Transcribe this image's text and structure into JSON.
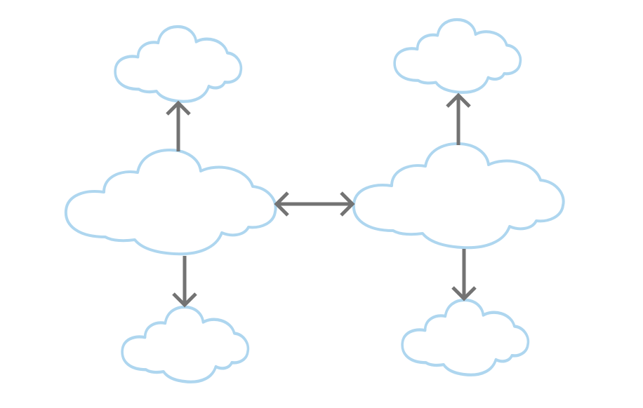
{
  "colors": {
    "cloud_stroke": "#aed6ef",
    "cloud_fill": "#ffffff",
    "arrow": "#737373",
    "background": "#ffffff"
  },
  "diagram": {
    "type": "cloud-network",
    "nodes": [
      {
        "id": "left-hub",
        "kind": "large-cloud",
        "label": ""
      },
      {
        "id": "left-top",
        "kind": "small-cloud",
        "label": ""
      },
      {
        "id": "left-bottom",
        "kind": "small-cloud",
        "label": ""
      },
      {
        "id": "right-hub",
        "kind": "large-cloud",
        "label": ""
      },
      {
        "id": "right-top",
        "kind": "small-cloud",
        "label": ""
      },
      {
        "id": "right-bottom",
        "kind": "small-cloud",
        "label": ""
      }
    ],
    "edges": [
      {
        "from": "left-hub",
        "to": "left-top",
        "direction": "one-way"
      },
      {
        "from": "left-hub",
        "to": "left-bottom",
        "direction": "one-way"
      },
      {
        "from": "right-hub",
        "to": "right-top",
        "direction": "one-way"
      },
      {
        "from": "right-hub",
        "to": "right-bottom",
        "direction": "one-way"
      },
      {
        "from": "left-hub",
        "to": "right-hub",
        "direction": "two-way"
      }
    ]
  }
}
